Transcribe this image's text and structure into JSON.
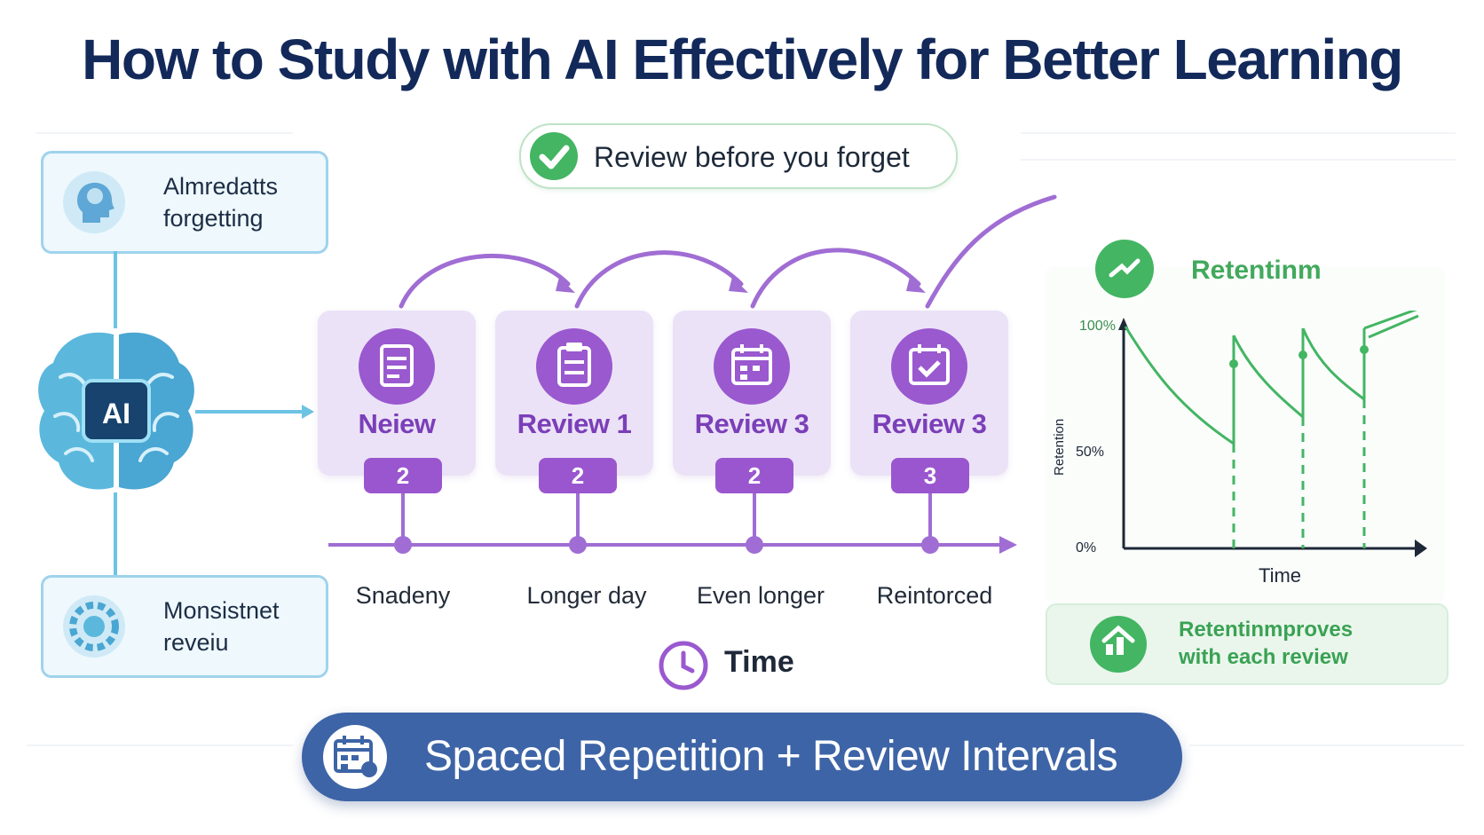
{
  "title": "How to Study with AI Effectively for Better Learning",
  "top_pill": {
    "text": "Review before you forget"
  },
  "left_panel": {
    "top_box": {
      "line1": "Almredatts",
      "line2": "forgetting"
    },
    "brain_label": "AI",
    "bottom_box": {
      "line1": "Monsistnet",
      "line2": "reveiu"
    }
  },
  "review_cards": [
    {
      "label": "Neiew",
      "badge": "2"
    },
    {
      "label": "Review 1",
      "badge": "2"
    },
    {
      "label": "Review 3",
      "badge": "2"
    },
    {
      "label": "Review 3",
      "badge": "3"
    }
  ],
  "timeline_labels": [
    "Snadeny",
    "Longer day",
    "Even longer",
    "Reintorced"
  ],
  "time_label": "Time",
  "retention": {
    "heading": "Retentinm",
    "y_labels": {
      "top": "100%",
      "mid": "50%",
      "bottom": "0%"
    },
    "y_axis_label": "Retention",
    "x_axis_label": "Time",
    "note_line1": "Retentinmproves",
    "note_line2": "with each review"
  },
  "bottom_banner": {
    "text": "Spaced Repetition + Review Intervals"
  },
  "colors": {
    "title": "#12295a",
    "purple": "#9a59cf",
    "green": "#43b563",
    "blue": "#3d64a6",
    "cyan": "#5bb8dc"
  },
  "icons": [
    "check-icon",
    "head-brain-icon",
    "ai-brain-icon",
    "document-icon",
    "clipboard-icon",
    "calendar-icon",
    "calendar-check-icon",
    "clock-icon",
    "trend-icon",
    "growth-icon",
    "calendar-grid-icon"
  ]
}
